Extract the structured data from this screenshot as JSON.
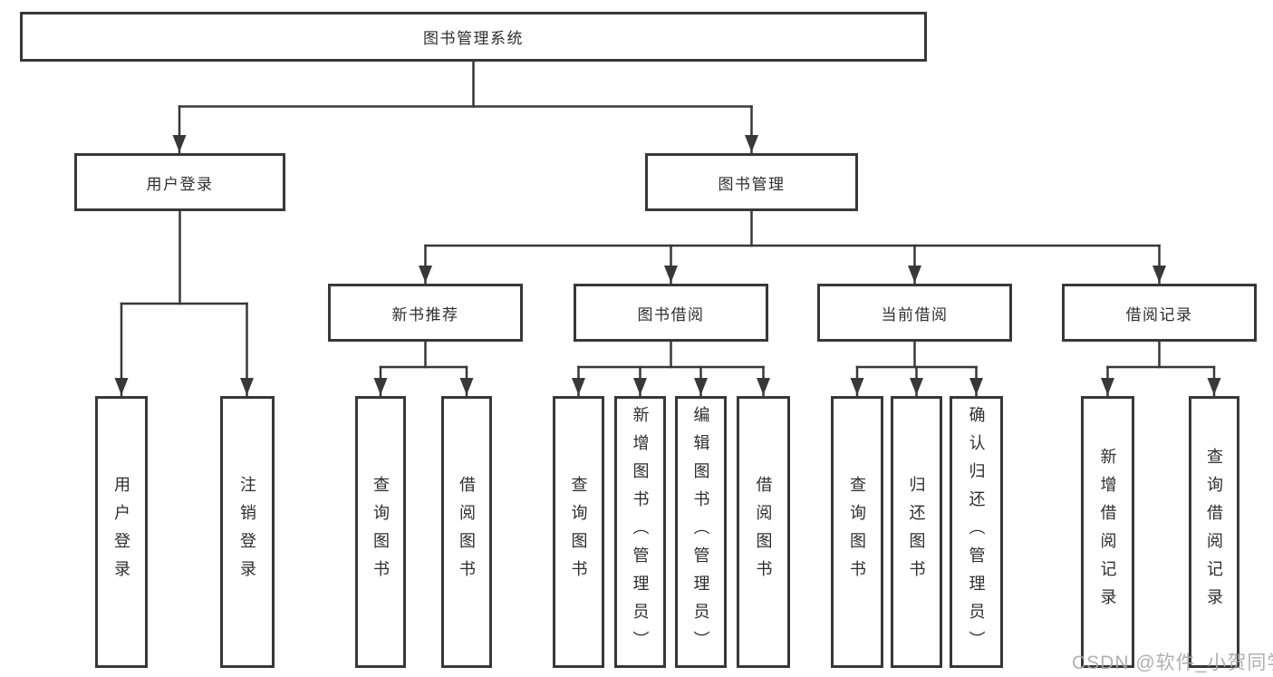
{
  "tree": {
    "label": "图书管理系统",
    "children": [
      {
        "label": "用户登录",
        "children": [
          {
            "label": "用户登录"
          },
          {
            "label": "注销登录"
          }
        ]
      },
      {
        "label": "图书管理",
        "children": [
          {
            "label": "新书推荐",
            "children": [
              {
                "label": "查询图书"
              },
              {
                "label": "借阅图书"
              }
            ]
          },
          {
            "label": "图书借阅",
            "children": [
              {
                "label": "查询图书"
              },
              {
                "label": "新增图书（管理员）"
              },
              {
                "label": "编辑图书（管理员）"
              },
              {
                "label": "借阅图书"
              }
            ]
          },
          {
            "label": "当前借阅",
            "children": [
              {
                "label": "查询图书"
              },
              {
                "label": "归还图书"
              },
              {
                "label": "确认归还（管理员）"
              }
            ]
          },
          {
            "label": "借阅记录",
            "children": [
              {
                "label": "新增借阅记录"
              },
              {
                "label": "查询借阅记录"
              }
            ]
          }
        ]
      }
    ]
  },
  "watermark": "CSDN @软件_小贺同学",
  "colors": {
    "line": "#383838",
    "text": "#2e2e2e",
    "background": "#ffffff",
    "watermark": "#a8a8a8"
  }
}
